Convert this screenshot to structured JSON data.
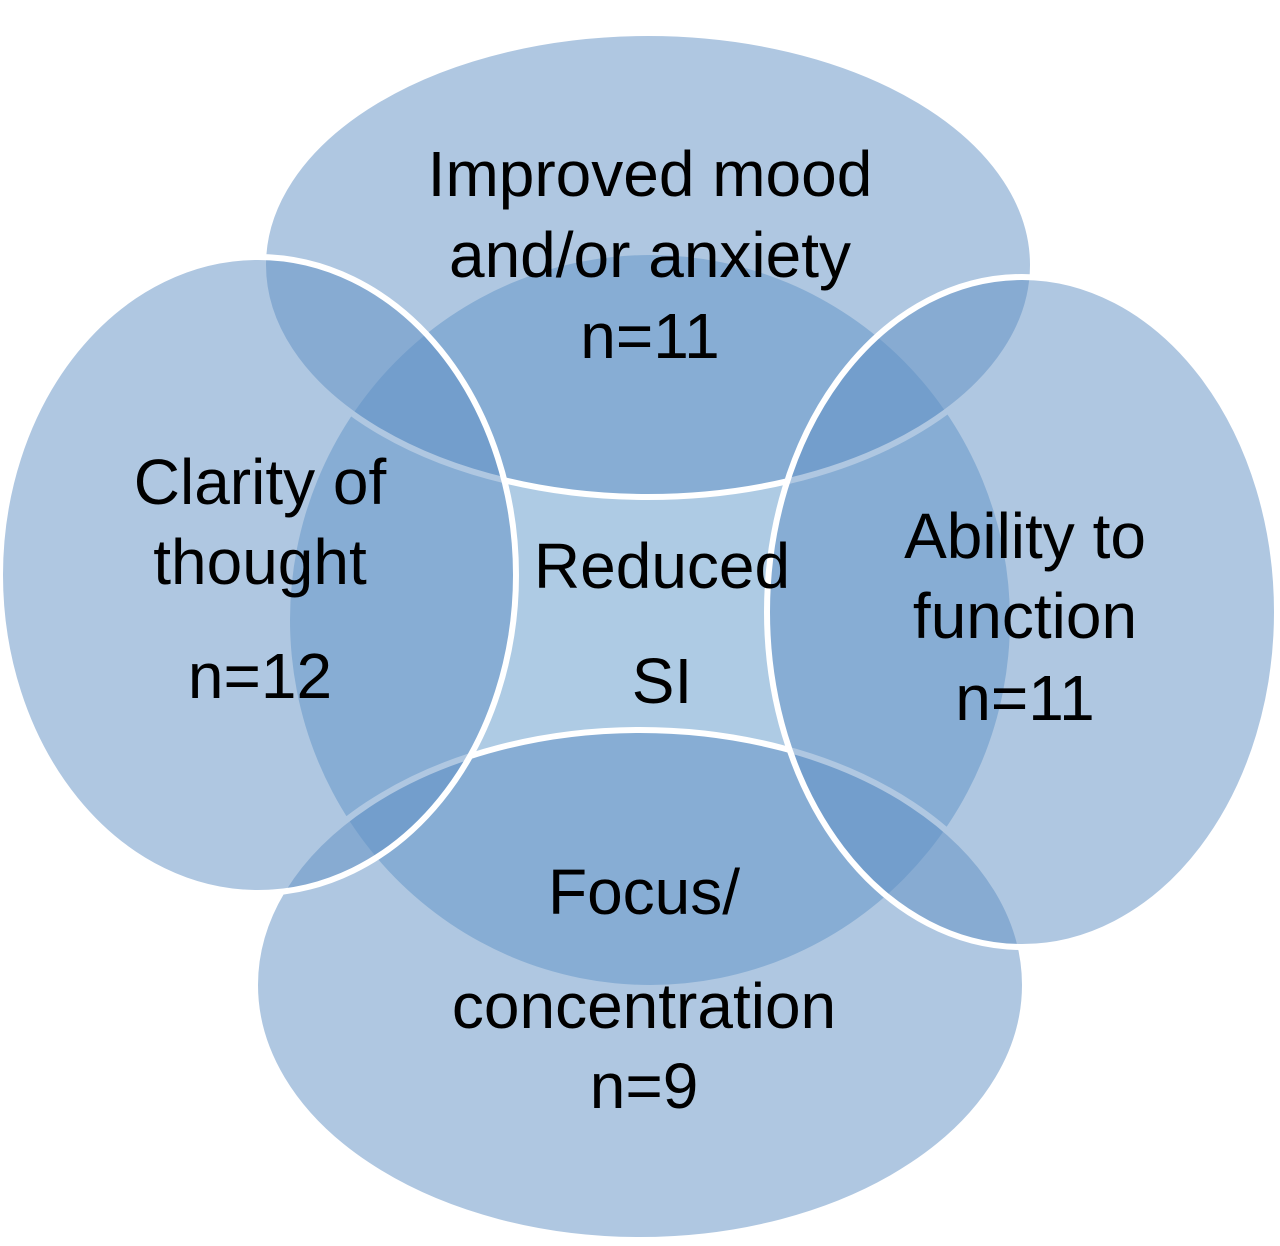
{
  "diagram": {
    "center": {
      "lines": [
        "Reduced",
        "SI"
      ]
    },
    "petals": [
      {
        "name": "mood",
        "lines": [
          "Improved mood",
          "and/or anxiety",
          "n=11"
        ]
      },
      {
        "name": "clarity",
        "lines": [
          "Clarity of",
          "thought",
          "n=12"
        ]
      },
      {
        "name": "function",
        "lines": [
          "Ability to",
          "function",
          "n=11"
        ]
      },
      {
        "name": "focus",
        "lines": [
          "Focus/",
          "concentration",
          "n=9"
        ]
      }
    ]
  },
  "colors": {
    "center_fill": "#aecbe4",
    "petal_fill": "#5f8fc3",
    "petal_stroke": "#ffffff"
  }
}
